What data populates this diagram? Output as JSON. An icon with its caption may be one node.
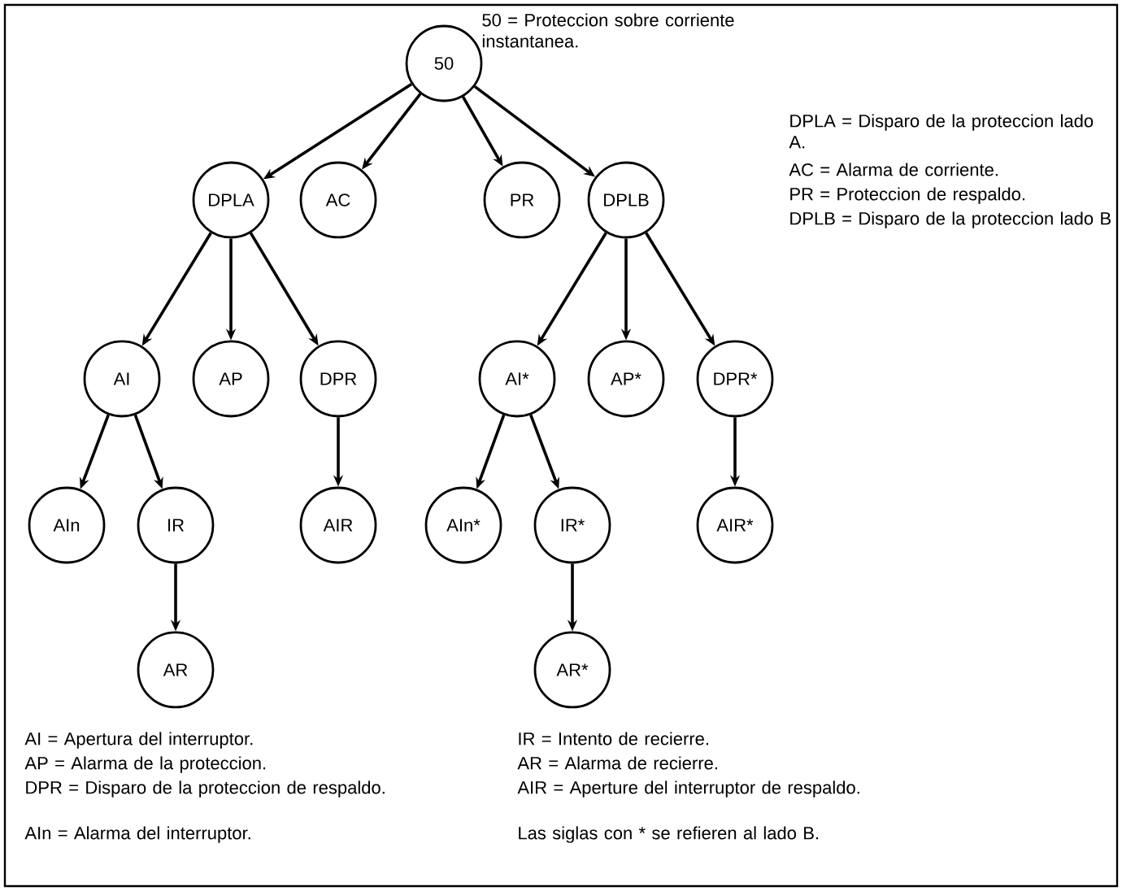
{
  "diagram": {
    "nodes": [
      {
        "text": [
          "50"
        ]
      },
      {
        "text": [
          "DPLA"
        ]
      },
      {
        "text": [
          "AC"
        ]
      },
      {
        "text": [
          "PR"
        ]
      },
      {
        "text": [
          "DPLB"
        ]
      },
      {
        "text": [
          "AI"
        ]
      },
      {
        "text": [
          "AP"
        ]
      },
      {
        "text": [
          "DPR"
        ]
      },
      {
        "text": [
          "AI*"
        ]
      },
      {
        "text": [
          "AP*"
        ]
      },
      {
        "text": [
          "DPR*"
        ]
      },
      {
        "text": [
          "AIn"
        ]
      },
      {
        "text": [
          "IR"
        ]
      },
      {
        "text": [
          "AIR"
        ]
      },
      {
        "text": [
          "AIn*"
        ]
      },
      {
        "text": [
          "IR*"
        ]
      },
      {
        "text": [
          "AIR*"
        ]
      },
      {
        "text": [
          "AR"
        ]
      },
      {
        "text": [
          "AR*"
        ]
      }
    ],
    "edges": [
      {
        "from": 0,
        "to": 1,
        "arrow": "to"
      },
      {
        "from": 0,
        "to": 2,
        "arrow": "to"
      },
      {
        "from": 0,
        "to": 3,
        "arrow": "to"
      },
      {
        "from": 0,
        "to": 4,
        "arrow": "to"
      },
      {
        "from": 1,
        "to": 5,
        "arrow": "to"
      },
      {
        "from": 1,
        "to": 6,
        "arrow": "to"
      },
      {
        "from": 1,
        "to": 7,
        "arrow": "to"
      },
      {
        "from": 4,
        "to": 8,
        "arrow": "to"
      },
      {
        "from": 4,
        "to": 9,
        "arrow": "to"
      },
      {
        "from": 4,
        "to": 10,
        "arrow": "to"
      },
      {
        "from": 5,
        "to": 11,
        "arrow": "to"
      },
      {
        "from": 5,
        "to": 12,
        "arrow": "to"
      },
      {
        "from": 7,
        "to": 13,
        "arrow": "to"
      },
      {
        "from": 8,
        "to": 14,
        "arrow": "to"
      },
      {
        "from": 8,
        "to": 15,
        "arrow": "to"
      },
      {
        "from": 10,
        "to": 16,
        "arrow": "to"
      },
      {
        "from": 12,
        "to": 17,
        "arrow": "to"
      },
      {
        "from": 15,
        "to": 18,
        "arrow": "to"
      }
    ],
    "labels": [
      "50 = Proteccion sobre corriente instantanea.",
      "DPLA = Disparo de la proteccion lado A.",
      "AC = Alarma de corriente.",
      "PR = Proteccion de respaldo.",
      "DPLB = Disparo de la proteccion lado B",
      "AI = Apertura del interruptor.",
      "AP = Alarma de la proteccion.",
      "DPR = Disparo de la proteccion de respaldo.",
      "AIn = Alarma del interruptor.",
      "IR = Intento de recierre.",
      "AR = Alarma de recierre.",
      "AIR = Aperture del interruptor de respaldo.",
      "Las siglas con * se refieren al lado B."
    ]
  }
}
